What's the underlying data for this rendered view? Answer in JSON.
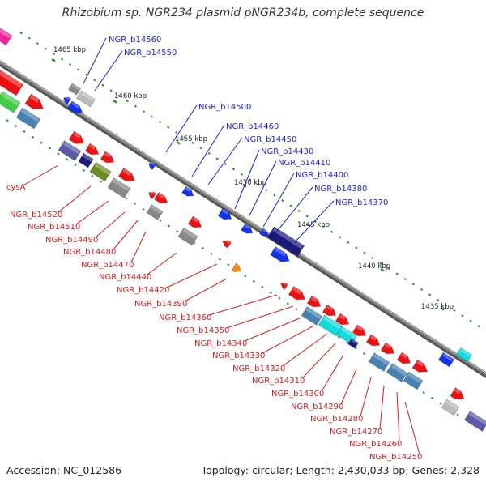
{
  "title": "Rhizobium sp. NGR234 plasmid pNGR234b, complete sequence",
  "footer": {
    "accession": "Accession: NC_012586",
    "topology": "Topology: circular; Length: 2,430,033 bp; Genes: 2,328"
  },
  "colors": {
    "backbone": "#7f7f7f",
    "tick": "#2e8b2e",
    "forward_label": "#1f1fd6",
    "reverse_label": "#cc1f1f",
    "red": "#ee1111",
    "blue": "#1133ee",
    "navy": "#1a1a7a",
    "gray": "#888888",
    "lightgray": "#bbbbbb",
    "green": "#44cc44",
    "olive": "#6b8e23",
    "steelblue": "#4682b4",
    "slateblue": "#5a5aa8",
    "cyan": "#11dddd",
    "orange": "#ff8c00",
    "magenta": "#ee2299"
  },
  "kbp_labels": [
    "1465 kbp",
    "1460 kbp",
    "1455 kbp",
    "1450 kbp",
    "1445 kbp",
    "1440 kbp",
    "1435 kbp"
  ],
  "forward_genes": [
    "NGR_b14560",
    "NGR_b14550",
    "NGR_b14500",
    "NGR_b14460",
    "NGR_b14450",
    "NGR_b14430",
    "NGR_b14410",
    "NGR_b14400",
    "NGR_b14380",
    "NGR_b14370"
  ],
  "reverse_genes": [
    "cysA",
    "NGR_b14520",
    "NGR_b14510",
    "NGR_b14490",
    "NGR_b14480",
    "NGR_b14470",
    "NGR_b14440",
    "NGR_b14420",
    "NGR_b14390",
    "NGR_b14360",
    "NGR_b14350",
    "NGR_b14340",
    "NGR_b14330",
    "NGR_b14320",
    "NGR_b14310",
    "NGR_b14300",
    "NGR_b14290",
    "NGR_b14280",
    "NGR_b14270",
    "NGR_b14260",
    "NGR_b14250"
  ]
}
